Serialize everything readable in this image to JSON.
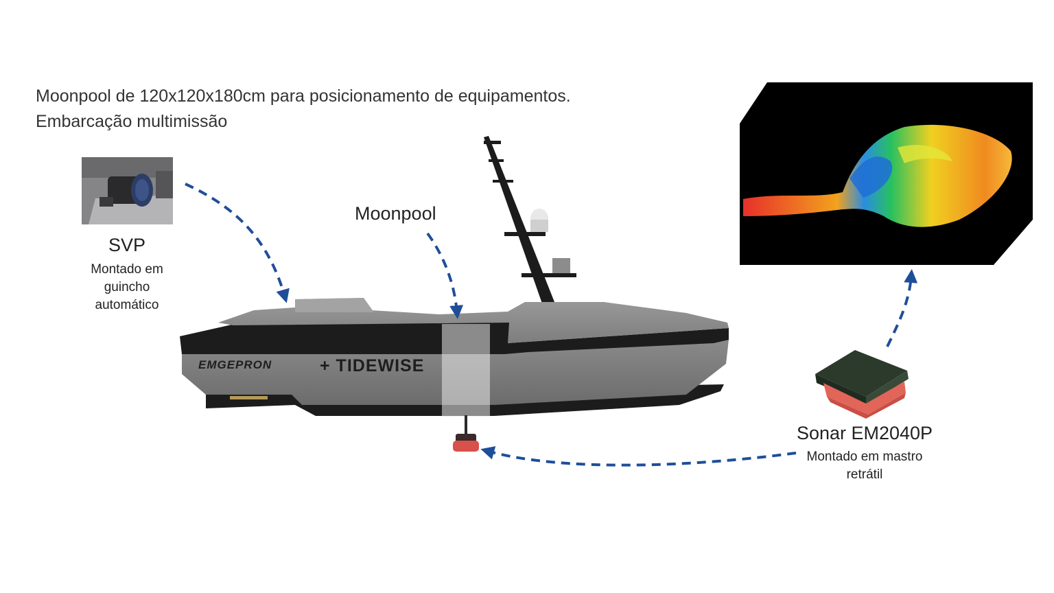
{
  "heading": {
    "line1": "Moonpool de 120x120x180cm para posicionamento de equipamentos.",
    "line2": "Embarcação multimissão"
  },
  "svp": {
    "title": "SVP",
    "subtitle_lines": [
      "Montado em",
      "guincho",
      "automático"
    ]
  },
  "moonpool": {
    "label": "Moonpool"
  },
  "sonar": {
    "title": "Sonar EM2040P",
    "subtitle_lines": [
      "Montado em mastro",
      "retrátil"
    ]
  },
  "vessel": {
    "brand_left": "EMGEPRON",
    "brand_right": "+ TIDEWISE"
  },
  "colors": {
    "arrow": "#1f4e99",
    "hull_dark": "#1c1c1c",
    "hull_grey": "#7d7d7d",
    "text": "#222222"
  },
  "icons": {
    "svp_photo": "svp-probe-photo",
    "bathymetry": "bathymetry-3d-map",
    "sonar": "sonar-unit-icon"
  }
}
